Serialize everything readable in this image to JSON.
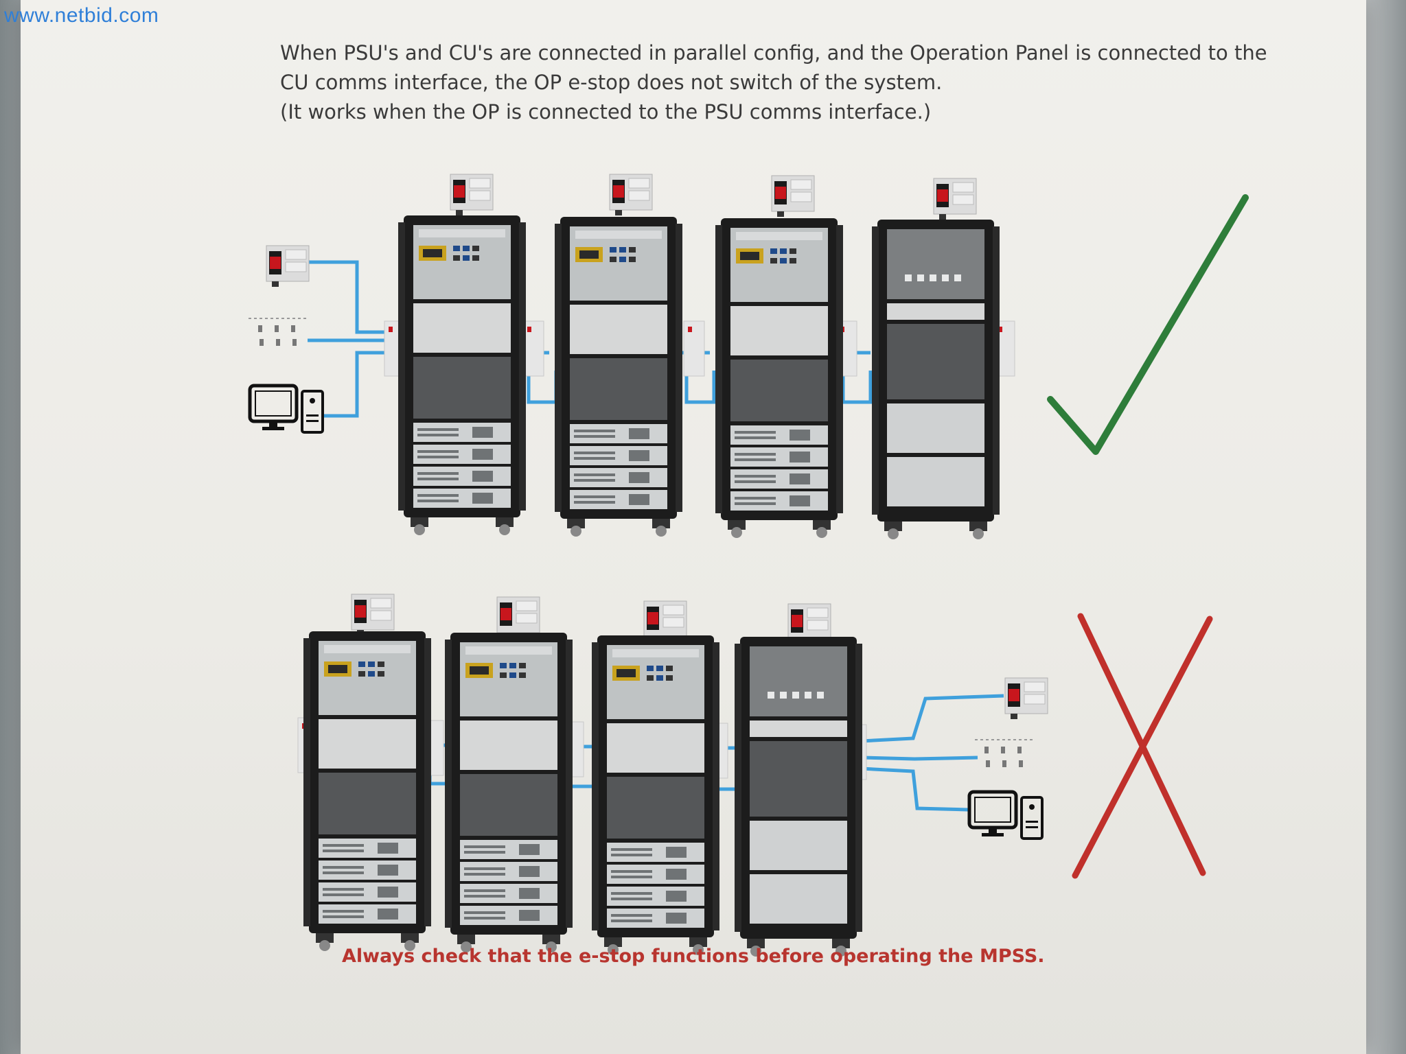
{
  "photo": {
    "watermark": "www.netbid.com",
    "notice": {
      "lines": [
        "When PSU's and CU's are connected in parallel config, and the Operation Panel is connected to the",
        "CU comms interface, the OP e-stop does not switch of the system.",
        "(It works when the OP is connected to the PSU comms interface.)"
      ],
      "footer": "Always check that the e-stop functions before operating the MPSS."
    },
    "diagrams": {
      "correct": {
        "mark": "check",
        "color": "#2e7d3a"
      },
      "incorrect": {
        "mark": "cross",
        "color": "#c0302b"
      }
    },
    "colors": {
      "cable": "#3fa0dc",
      "cabinet": "#1c1c1c",
      "display": "#c9a21e",
      "estop": "#c8161d"
    }
  }
}
